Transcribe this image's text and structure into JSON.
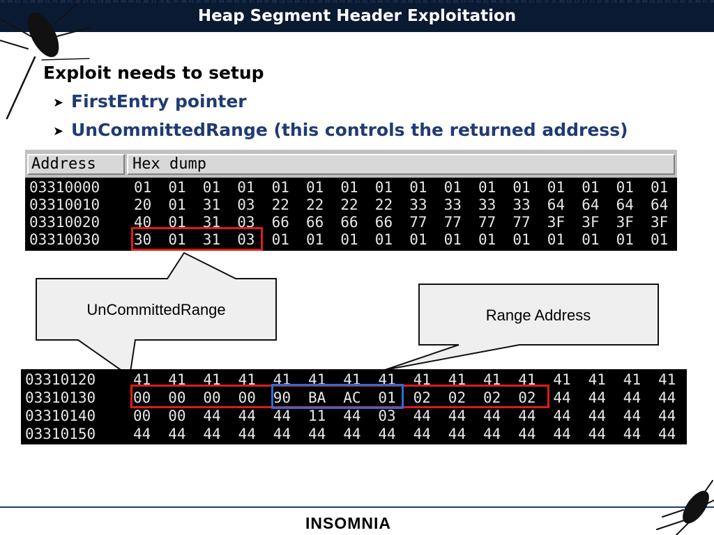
{
  "header": {
    "title": "Heap Segment Header Exploitation",
    "hex_background": "36 94 E2 11 00 B4 CC FC A8 FC 3F 27 61 C4 6E 45 04 D4 01 AD 11 78 AC 9C 4A 01 8C 00 CF B4 40 03 4C 07 A4 0F 00 CA 55 A4 72 5C 3D 00 E8 F9 BC 51 41 56 AA FC D0 1B 09 C4 8C 78 A5 42 B8 F5 F4 42 EC 4A 2E AC 36 05 11 01 1F 2C 49 CE 12 17 37 1F 3F C4 8C 80 18 04 E6 85 91 55 42 7E A4 FC 66 FF 07 72 6C 84 00 07 A5 16 8C 43 41 5F 86 0E 11 02 9A 86 A8 FF F9 D8 B2 F0 19 E8 10 56 05"
  },
  "content": {
    "heading": "Exploit needs to setup",
    "bullets": [
      "FirstEntry pointer",
      "UnCommittedRange (this controls the returned address)"
    ]
  },
  "dump_top": {
    "columns": [
      "Address",
      "Hex dump"
    ],
    "rows": [
      {
        "address": "03310000",
        "bytes": [
          "01",
          "01",
          "01",
          "01",
          "01",
          "01",
          "01",
          "01",
          "01",
          "01",
          "01",
          "01",
          "01",
          "01",
          "01",
          "01"
        ]
      },
      {
        "address": "03310010",
        "bytes": [
          "20",
          "01",
          "31",
          "03",
          "22",
          "22",
          "22",
          "22",
          "33",
          "33",
          "33",
          "33",
          "64",
          "64",
          "64",
          "64"
        ]
      },
      {
        "address": "03310020",
        "bytes": [
          "40",
          "01",
          "31",
          "03",
          "66",
          "66",
          "66",
          "66",
          "77",
          "77",
          "77",
          "77",
          "3F",
          "3F",
          "3F",
          "3F"
        ]
      },
      {
        "address": "03310030",
        "bytes": [
          "30",
          "01",
          "31",
          "03",
          "01",
          "01",
          "01",
          "01",
          "01",
          "01",
          "01",
          "01",
          "01",
          "01",
          "01",
          "01"
        ]
      }
    ]
  },
  "dump_bottom": {
    "rows": [
      {
        "address": "03310120",
        "bytes": [
          "41",
          "41",
          "41",
          "41",
          "41",
          "41",
          "41",
          "41",
          "41",
          "41",
          "41",
          "41",
          "41",
          "41",
          "41",
          "41"
        ]
      },
      {
        "address": "03310130",
        "bytes": [
          "00",
          "00",
          "00",
          "00",
          "90",
          "BA",
          "AC",
          "01",
          "02",
          "02",
          "02",
          "02",
          "44",
          "44",
          "44",
          "44"
        ]
      },
      {
        "address": "03310140",
        "bytes": [
          "00",
          "00",
          "44",
          "44",
          "44",
          "11",
          "44",
          "03",
          "44",
          "44",
          "44",
          "44",
          "44",
          "44",
          "44",
          "44"
        ]
      },
      {
        "address": "03310150",
        "bytes": [
          "44",
          "44",
          "44",
          "44",
          "44",
          "44",
          "44",
          "44",
          "44",
          "44",
          "44",
          "44",
          "44",
          "44",
          "44",
          "44"
        ]
      }
    ]
  },
  "callouts": {
    "left": "UnCommittedRange",
    "right": "Range Address"
  },
  "footer": {
    "brand": "INSOMNIA"
  },
  "colors": {
    "title_bar": "#0b1a33",
    "bullet_text": "#1f3b73",
    "highlight_red": "#e01b1b",
    "highlight_blue": "#2a6ed6"
  }
}
